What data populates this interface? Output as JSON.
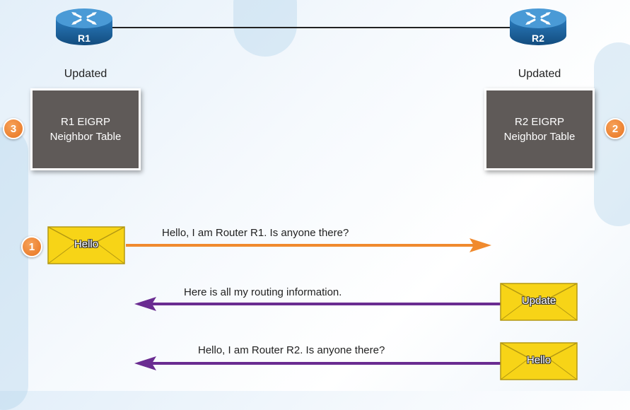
{
  "routers": [
    {
      "label": "R1"
    },
    {
      "label": "R2"
    }
  ],
  "r1": {
    "status": "Updated",
    "table_line1": "R1 EIGRP",
    "table_line2": "Neighbor Table",
    "step": "3"
  },
  "r2": {
    "status": "Updated",
    "table_line1": "R2 EIGRP",
    "table_line2": "Neighbor Table",
    "step": "2"
  },
  "messages": [
    {
      "step": "1",
      "envelope": "Hello",
      "text": "Hello, I am Router R1. Is anyone there?",
      "direction": "right",
      "color": "#f08a2e"
    },
    {
      "envelope": "Update",
      "text": "Here is all my routing information.",
      "direction": "left",
      "color": "#6a2c91"
    },
    {
      "envelope": "Hello",
      "text": "Hello, I am Router R2. Is anyone there?",
      "direction": "left",
      "color": "#6a2c91"
    }
  ],
  "colors": {
    "router": "#1f6aa5",
    "link": "#222222",
    "badge": "#e8731f",
    "table": "#5f5a58",
    "envelope": "#f7d417"
  }
}
